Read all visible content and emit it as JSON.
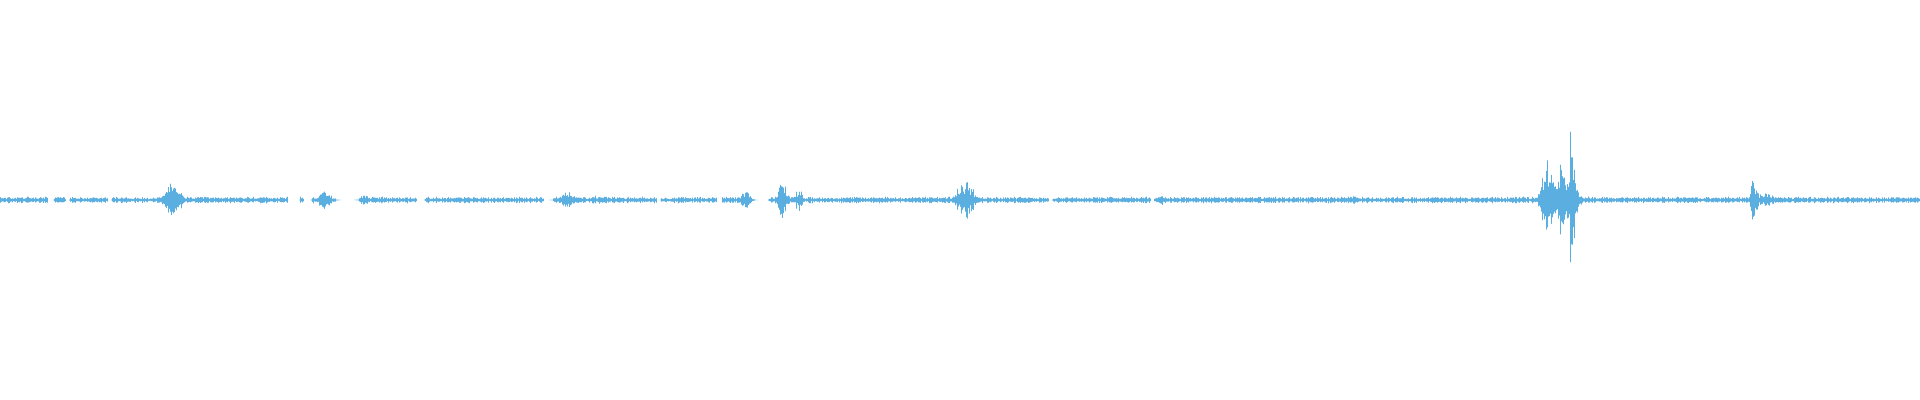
{
  "waveform": {
    "color": "#5aafe0",
    "baseline_color": "#5aafe0",
    "background": "#ffffff",
    "amplitude_max": 1.0,
    "noise_floor": 0.012,
    "duration_fraction": 1.0,
    "bursts": [
      {
        "position": 0.09,
        "amplitude": 0.08,
        "width": 0.0035
      },
      {
        "position": 0.169,
        "amplitude": 0.05,
        "width": 0.0025
      },
      {
        "position": 0.19,
        "amplitude": 0.03,
        "width": 0.002
      },
      {
        "position": 0.295,
        "amplitude": 0.04,
        "width": 0.003
      },
      {
        "position": 0.31,
        "amplitude": 0.02,
        "width": 0.003
      },
      {
        "position": 0.388,
        "amplitude": 0.05,
        "width": 0.002
      },
      {
        "position": 0.4075,
        "amplitude": 0.09,
        "width": 0.002
      },
      {
        "position": 0.416,
        "amplitude": 0.06,
        "width": 0.0015
      },
      {
        "position": 0.503,
        "amplitude": 0.09,
        "width": 0.004
      },
      {
        "position": 0.605,
        "amplitude": 0.03,
        "width": 0.0015
      },
      {
        "position": 0.705,
        "amplitude": 0.02,
        "width": 0.002
      },
      {
        "position": 0.8065,
        "amplitude": 0.18,
        "width": 0.003
      },
      {
        "position": 0.813,
        "amplitude": 0.28,
        "width": 0.0012
      },
      {
        "position": 0.8185,
        "amplitude": 0.33,
        "width": 0.0015
      },
      {
        "position": 0.815,
        "amplitude": 0.12,
        "width": 0.005
      },
      {
        "position": 0.9135,
        "amplitude": 0.11,
        "width": 0.0015
      },
      {
        "position": 0.918,
        "amplitude": 0.03,
        "width": 0.006
      }
    ],
    "gaps": [
      {
        "start": 0.025,
        "end": 0.028
      },
      {
        "start": 0.034,
        "end": 0.036
      },
      {
        "start": 0.056,
        "end": 0.058
      },
      {
        "start": 0.15,
        "end": 0.156
      },
      {
        "start": 0.158,
        "end": 0.162
      },
      {
        "start": 0.175,
        "end": 0.188
      },
      {
        "start": 0.217,
        "end": 0.221
      },
      {
        "start": 0.283,
        "end": 0.288
      },
      {
        "start": 0.342,
        "end": 0.344
      },
      {
        "start": 0.373,
        "end": 0.376
      },
      {
        "start": 0.39,
        "end": 0.4
      },
      {
        "start": 0.546,
        "end": 0.548
      },
      {
        "start": 0.599,
        "end": 0.601
      }
    ]
  }
}
